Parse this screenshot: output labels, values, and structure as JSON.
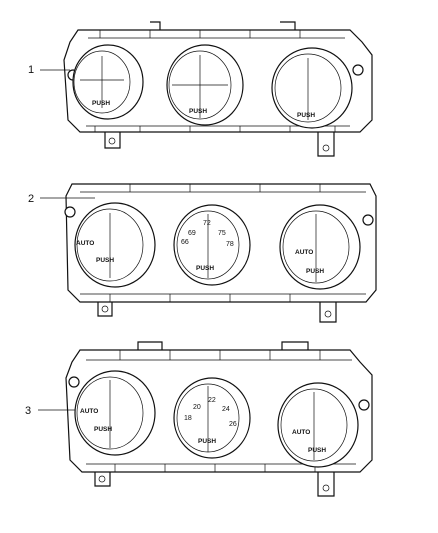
{
  "callouts": [
    "1",
    "2",
    "3"
  ],
  "panel1": {
    "left_knob": {
      "push_label": "PUSH"
    },
    "center_knob": {
      "push_label": "PUSH"
    },
    "right_knob": {
      "push_label": "PUSH"
    }
  },
  "panel2": {
    "left_knob": {
      "auto_label": "AUTO",
      "push_label": "PUSH"
    },
    "center_knob": {
      "scale": [
        "69",
        "72",
        "75",
        "66",
        "78"
      ],
      "push_label": "PUSH"
    },
    "right_knob": {
      "auto_label": "AUTO",
      "push_label": "PUSH"
    }
  },
  "panel3": {
    "left_knob": {
      "auto_label": "AUTO",
      "push_label": "PUSH"
    },
    "center_knob": {
      "scale": [
        "20",
        "22",
        "24",
        "18",
        "26"
      ],
      "push_label": "PUSH"
    },
    "right_knob": {
      "auto_label": "AUTO",
      "push_label": "PUSH"
    }
  }
}
